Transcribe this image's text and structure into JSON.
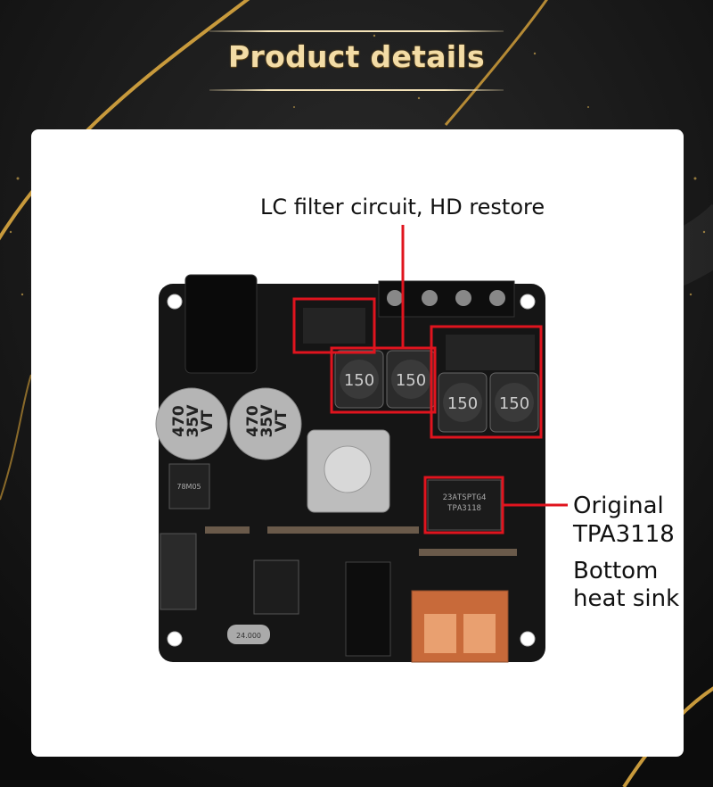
{
  "header": {
    "title": "Product details"
  },
  "callouts": {
    "lc_filter": "LC filter circuit, HD restore",
    "chip_line1": "Original",
    "chip_line2": "TPA3118",
    "sink_line1": "Bottom",
    "sink_line2": "heat sink"
  },
  "board_markings": {
    "cap_text": [
      "470",
      "35V",
      "VT"
    ],
    "inductor": "150",
    "chip_top": "23ATSPTG4",
    "chip_bottom": "TPA3118",
    "regulator": "78M05",
    "crystal": "24.000"
  },
  "colors": {
    "accent": "#e0141e",
    "gold": "#d4a546",
    "card": "#ffffff"
  }
}
